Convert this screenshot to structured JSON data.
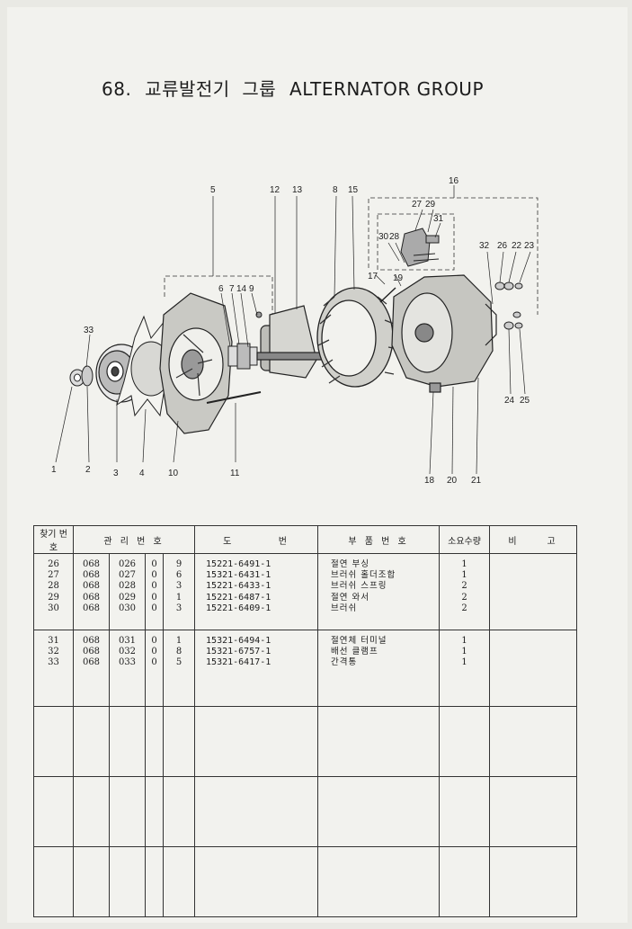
{
  "title": {
    "number": "68.",
    "korean": "교류발전기  그룹",
    "english": "ALTERNATOR GROUP"
  },
  "diagram": {
    "callouts": [
      "1",
      "2",
      "3",
      "4",
      "10",
      "11",
      "33",
      "5",
      "6",
      "7",
      "14",
      "9",
      "12",
      "13",
      "8",
      "15",
      "16",
      "27",
      "29",
      "31",
      "30",
      "28",
      "17",
      "19",
      "32",
      "26",
      "22",
      "23",
      "24",
      "25",
      "18",
      "20",
      "21"
    ]
  },
  "table": {
    "headers": {
      "item_no": "찾기 번호",
      "mgmt_no": "관  리  번  호",
      "drawing_no": "도        번",
      "part_name": "부  품  번  호",
      "qty": "소요수량",
      "remarks": "비     고"
    },
    "groups": [
      {
        "rows": [
          {
            "no": "26",
            "a": "068",
            "b": "026",
            "c": "0",
            "d": "9",
            "drawing": "15221-6491-1",
            "name": "절연 부싱",
            "qty": "1"
          },
          {
            "no": "27",
            "a": "068",
            "b": "027",
            "c": "0",
            "d": "6",
            "drawing": "15321-6431-1",
            "name": "브러쉬 홀더조합",
            "qty": "1"
          },
          {
            "no": "28",
            "a": "068",
            "b": "028",
            "c": "0",
            "d": "3",
            "drawing": "15221-6433-1",
            "name": "브러쉬 스프링",
            "qty": "2"
          },
          {
            "no": "29",
            "a": "068",
            "b": "029",
            "c": "0",
            "d": "1",
            "drawing": "15221-6487-1",
            "name": "절연 와서",
            "qty": "2"
          },
          {
            "no": "30",
            "a": "068",
            "b": "030",
            "c": "0",
            "d": "3",
            "drawing": "15221-6409-1",
            "name": "브러쉬",
            "qty": "2"
          }
        ]
      },
      {
        "rows": [
          {
            "no": "31",
            "a": "068",
            "b": "031",
            "c": "0",
            "d": "1",
            "drawing": "15321-6494-1",
            "name": "절연체 터미널",
            "qty": "1"
          },
          {
            "no": "32",
            "a": "068",
            "b": "032",
            "c": "0",
            "d": "8",
            "drawing": "15321-6757-1",
            "name": "배선 클램프",
            "qty": "1"
          },
          {
            "no": "33",
            "a": "068",
            "b": "033",
            "c": "0",
            "d": "5",
            "drawing": "15321-6417-1",
            "name": "간격통",
            "qty": "1"
          }
        ]
      }
    ]
  }
}
